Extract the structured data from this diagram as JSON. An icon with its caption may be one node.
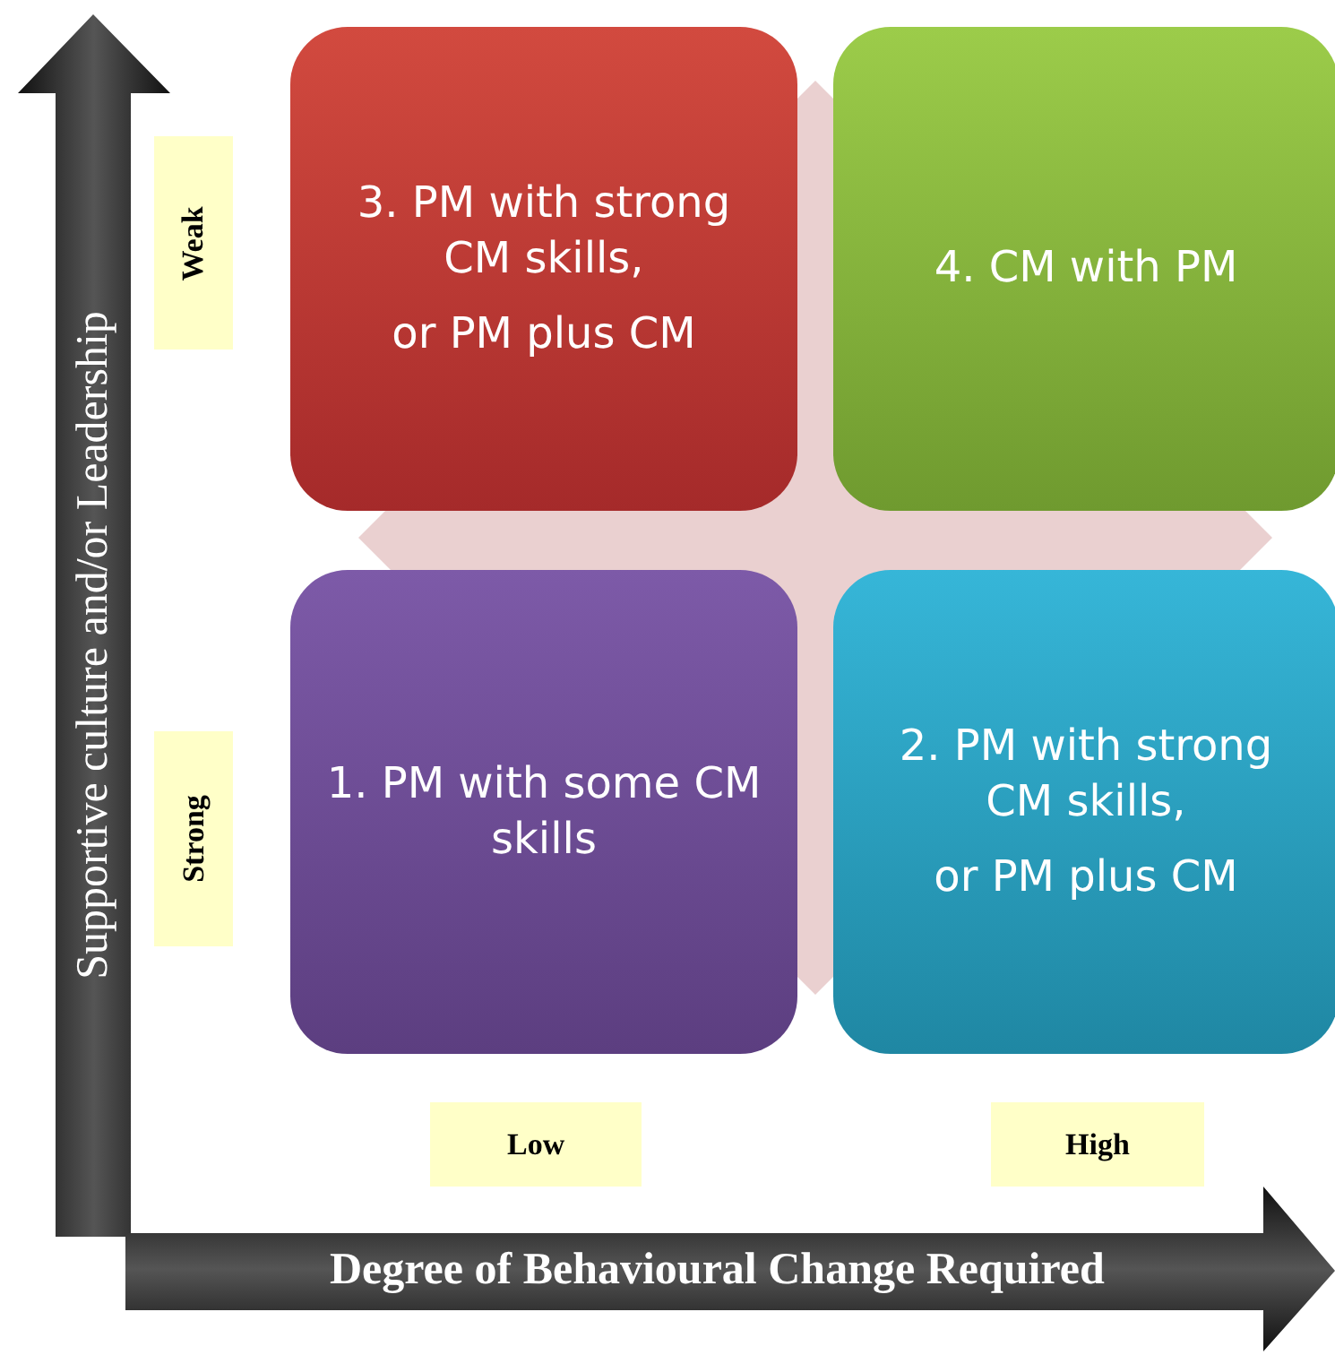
{
  "diagram": {
    "nodes": [
      {
        "text": [
          "3. PM with strong CM skills,",
          "or PM plus CM"
        ]
      },
      {
        "text": [
          "4. CM with PM"
        ]
      },
      {
        "text": [
          "1. PM with some CM skills"
        ]
      },
      {
        "text": [
          "2. PM with strong CM skills,",
          "or PM plus CM"
        ]
      }
    ],
    "labels": [
      "Supportive culture and/or Leadership",
      "Weak",
      "Strong",
      "Low",
      "High",
      "Degree of Behavioural Change Required"
    ]
  }
}
